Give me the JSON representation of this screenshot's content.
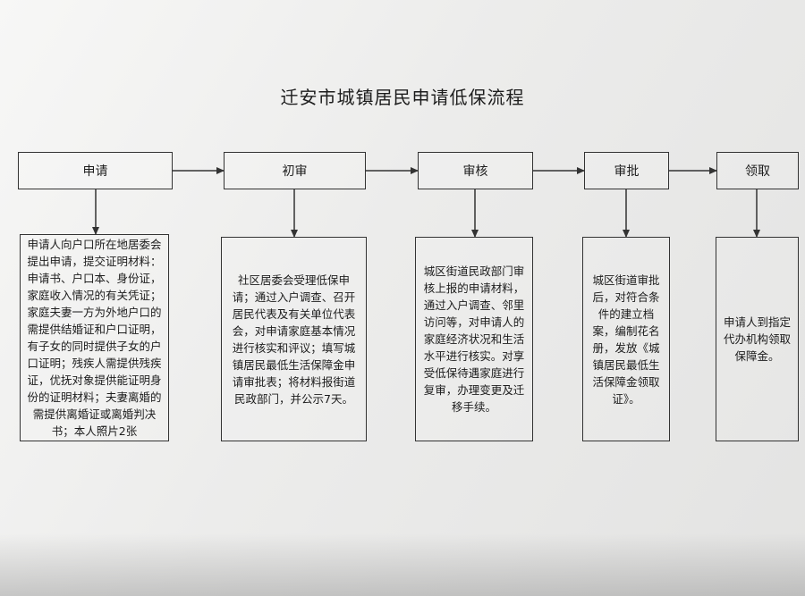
{
  "document": {
    "title": "迁安市城镇居民申请低保流程"
  },
  "steps": [
    {
      "label": "申请",
      "description": "申请人向户口所在地居委会提出申请，提交证明材料：申请书、户口本、身份证，家庭收入情况的有关凭证；家庭夫妻一方为外地户口的需提供结婚证和户口证明，有子女的同时提供子女的户口证明；残疾人需提供残疾证，优抚对象提供能证明身份的证明材料；夫妻离婚的需提供离婚证或离婚判决书；本人照片2张"
    },
    {
      "label": "初审",
      "description": "社区居委会受理低保申请；通过入户调查、召开居民代表及有关单位代表会，对申请家庭基本情况进行核实和评议；填写城镇居民最低生活保障金申请审批表；将材料报街道民政部门，并公示7天。"
    },
    {
      "label": "审核",
      "description": "城区街道民政部门审核上报的申请材料，通过入户调查、邻里访问等，对申请人的家庭经济状况和生活水平进行核实。对享受低保待遇家庭进行复审，办理变更及迁移手续。"
    },
    {
      "label": "审批",
      "description": "城区街道审批后，对符合条件的建立档案，编制花名册，发放《城镇居民最低生活保障金领取证》。"
    },
    {
      "label": "领取",
      "description": "申请人到指定代办机构领取保障金。"
    }
  ]
}
